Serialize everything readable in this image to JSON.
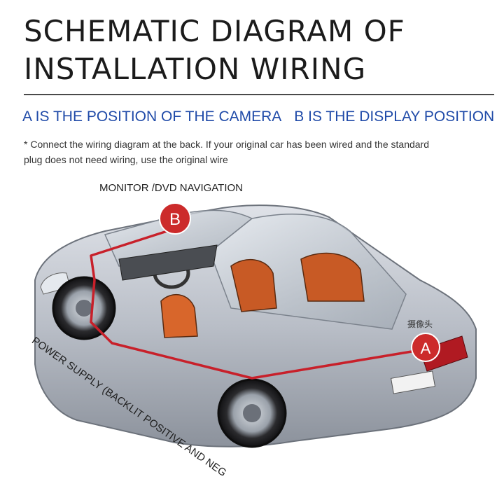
{
  "header": {
    "title_line1": "SCHEMATIC DIAGRAM OF",
    "title_line2": "INSTALLATION WIRING"
  },
  "subtitle": {
    "camera_position": "A IS THE POSITION OF THE CAMERA",
    "display_position": "B IS THE DISPLAY POSITION"
  },
  "note": "* Connect the wiring diagram at the back. If your original car has been wired and the standard plug does not need wiring, use the original wire",
  "diagram": {
    "monitor_label": "MONITOR /DVD NAVIGATION",
    "marker_b": "B",
    "marker_a": "A",
    "camera_label": "摄像头",
    "power_label": "POWER SUPPLY (BACKLIT POSITIVE AND NEG",
    "colors": {
      "wire": "#c8202a",
      "marker": "#cc2b2b",
      "body": "#b8bcc4",
      "subtitle": "#1f4aa8"
    }
  }
}
